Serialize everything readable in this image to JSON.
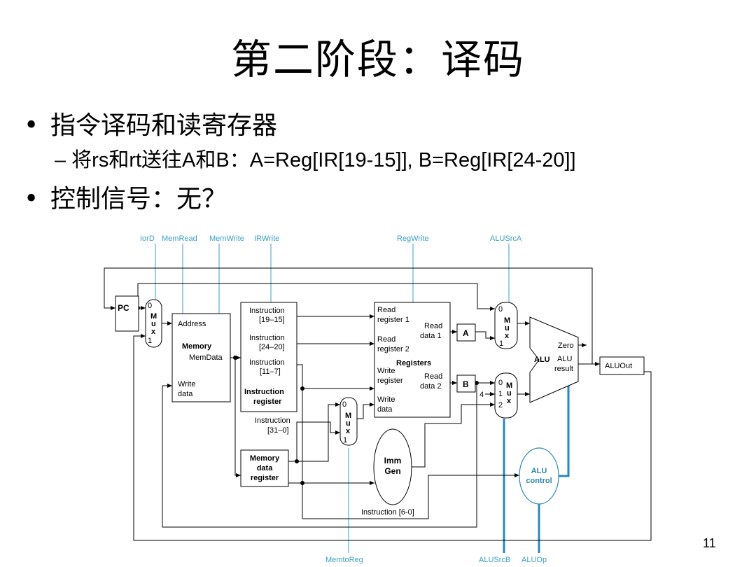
{
  "slide": {
    "title": "第二阶段：译码",
    "bullet_1": "指令译码和读寄存器",
    "bullet_1_sub": "– 将rs和rt送往A和B：A=Reg[IR[19-15]], B=Reg[IR[24-20]]",
    "bullet_2": "控制信号：无？",
    "bullet_marker": "•",
    "page_number": "11"
  },
  "diagram": {
    "control_signals": {
      "iord": "IorD",
      "memread": "MemRead",
      "memwrite": "MemWrite",
      "irwrite": "IRWrite",
      "regwrite": "RegWrite",
      "alusrca": "ALUSrcA",
      "memtoreg": "MemtoReg",
      "alusrcb": "ALUSrcB",
      "aluop": "ALUOp"
    },
    "pc": "PC",
    "mux_addr": {
      "in0": "0",
      "in1": "1",
      "m": "M",
      "u": "u",
      "x": "x"
    },
    "memory": {
      "address": "Address",
      "name": "Memory",
      "memdata": "MemData",
      "write": "Write",
      "data": "data"
    },
    "instruction_register": {
      "f1a": "Instruction",
      "f1b": "[19–15]",
      "f2a": "Instruction",
      "f2b": "[24–20]",
      "f3a": "Instruction",
      "f3b": "[11–7]",
      "name1": "Instruction",
      "name2": "register",
      "out_a": "Instruction",
      "out_b": "[31–0]"
    },
    "mdr": {
      "l1": "Memory",
      "l2": "data",
      "l3": "register"
    },
    "mux_wd": {
      "in0": "0",
      "in1": "1",
      "m": "M",
      "u": "u",
      "x": "x"
    },
    "registers": {
      "rr1a": "Read",
      "rr1b": "register 1",
      "rr2a": "Read",
      "rr2b": "register 2",
      "wra": "Write",
      "wrb": "register",
      "wda": "Write",
      "wdb": "data",
      "rd1a": "Read",
      "rd1b": "data 1",
      "rd2a": "Read",
      "rd2b": "data 2",
      "name": "Registers"
    },
    "reg_a": "A",
    "reg_b": "B",
    "imm_gen": {
      "l1": "Imm",
      "l2": "Gen"
    },
    "mux_a": {
      "in0": "0",
      "in1": "1",
      "m": "M",
      "u": "u",
      "x": "x"
    },
    "mux_b": {
      "in0": "0",
      "in1": "1",
      "in2": "2",
      "m": "M",
      "u": "u",
      "x": "x",
      "four": "4"
    },
    "alu": {
      "name": "ALU",
      "zero": "Zero",
      "result_a": "ALU",
      "result_b": "result"
    },
    "aluout": "ALUOut",
    "alu_control": {
      "l1": "ALU",
      "l2": "control"
    },
    "instr_6_0": "Instruction [6-0]"
  }
}
